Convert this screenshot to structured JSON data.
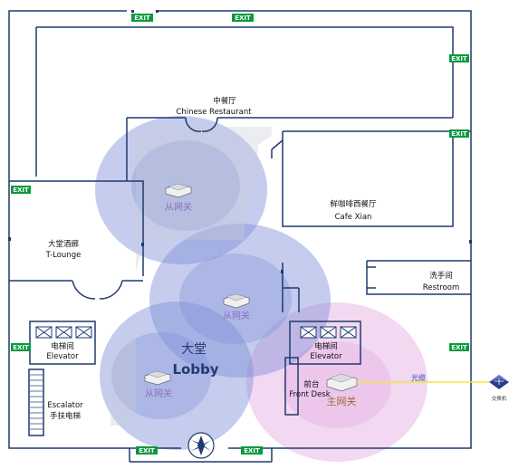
{
  "rooms": {
    "chinese_restaurant": {
      "cn": "中餐厅",
      "en": "Chinese Restaurant"
    },
    "cafe_xian": {
      "cn": "鲜咖啡西餐厅",
      "en": "Cafe Xian"
    },
    "t_lounge": {
      "cn": "大堂酒廊",
      "en": "T-Lounge"
    },
    "restroom": {
      "cn": "洗手间",
      "en": "Restroom"
    },
    "elevator_left": {
      "cn": "电梯间",
      "en": "Elevator"
    },
    "elevator_right": {
      "cn": "电梯间",
      "en": "Elevator"
    },
    "lobby": {
      "cn": "大堂",
      "en": "Lobby"
    },
    "front_desk": {
      "cn": "前台",
      "en": "Front Desk"
    },
    "escalator": {
      "en": "Escalator",
      "cn": "手扶电梯"
    }
  },
  "exits": [
    "EXIT",
    "EXIT",
    "EXIT",
    "EXIT",
    "EXIT",
    "EXIT",
    "EXIT",
    "EXIT",
    "EXIT"
  ],
  "gateways": {
    "sub": "从网关",
    "main": "主网关"
  },
  "cable_label": "光缆",
  "switch_label": "交换机",
  "colors": {
    "wall": "#1f3a6e",
    "coverage_blue": "#7f8fd6",
    "coverage_pink": "#e3a8e0",
    "exit_green": "#0a9a3c",
    "cable": "#f2e640"
  }
}
